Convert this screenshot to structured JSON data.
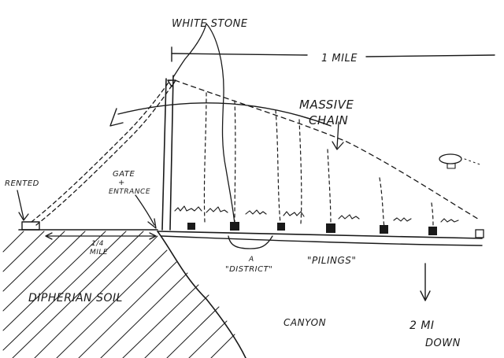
{
  "labels": {
    "white_stone": "WHITE STONE",
    "one_mile": "1 MILE",
    "massive": "MASSIVE",
    "chain": "CHAIN",
    "rented": "RENTED",
    "gate": "GATE",
    "gate_amp": "+",
    "entrance": "ENTRANCE",
    "quarter_top": "1/4",
    "quarter_bottom": "MILE",
    "a": "A",
    "district": "\"DISTRICT\"",
    "pilings": "\"PILINGS\"",
    "soil": "DIPHERIAN SOIL",
    "canyon": "CANYON",
    "two_mi": "2 MI",
    "down": "DOWN"
  },
  "colors": {
    "ink": "#1a1a1a",
    "paper": "#ffffff"
  }
}
